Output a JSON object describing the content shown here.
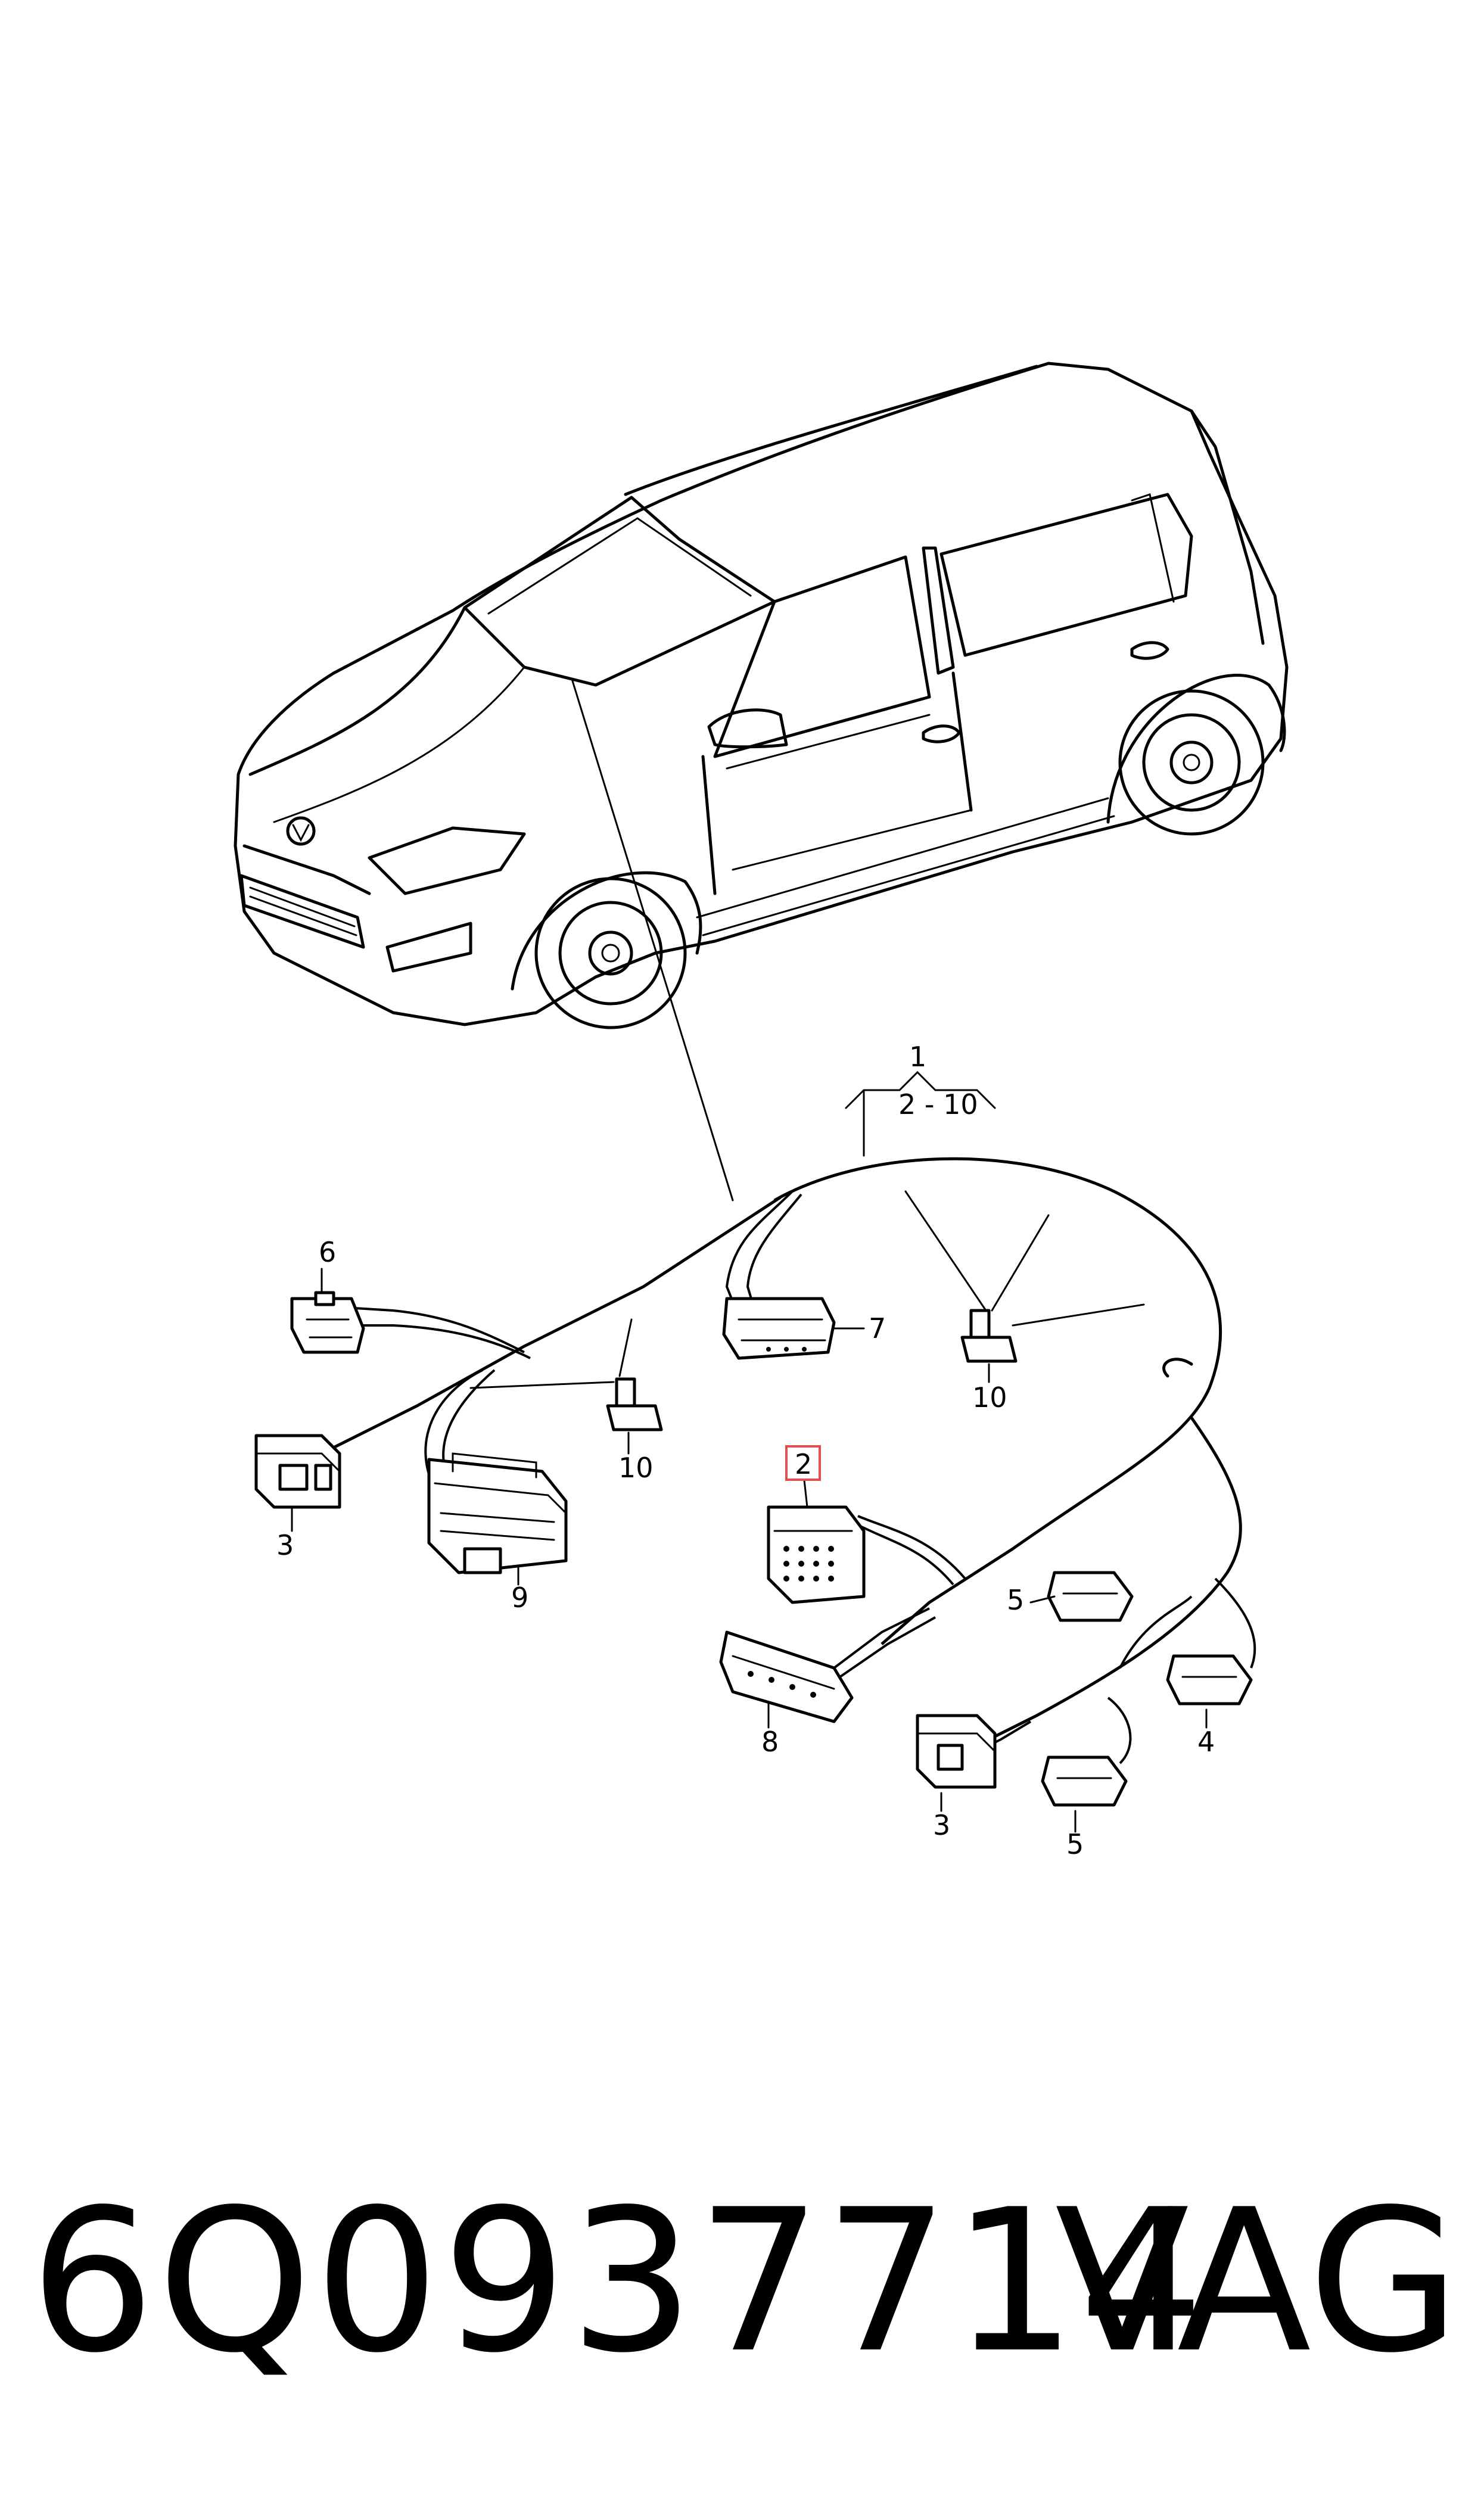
{
  "callouts": {
    "c1": "1",
    "c1_range": "2 - 10",
    "c2": "2",
    "c3a": "3",
    "c3b": "3",
    "c4": "4",
    "c5a": "5",
    "c5b": "5",
    "c6": "6",
    "c7": "7",
    "c8": "8",
    "c9": "9",
    "c10a": "10",
    "c10b": "10"
  },
  "footer": {
    "part_number": "6Q0937714",
    "brand": "VAG"
  },
  "colors": {
    "line": "#000000",
    "background": "#ffffff",
    "highlight_box": "#e05050"
  }
}
